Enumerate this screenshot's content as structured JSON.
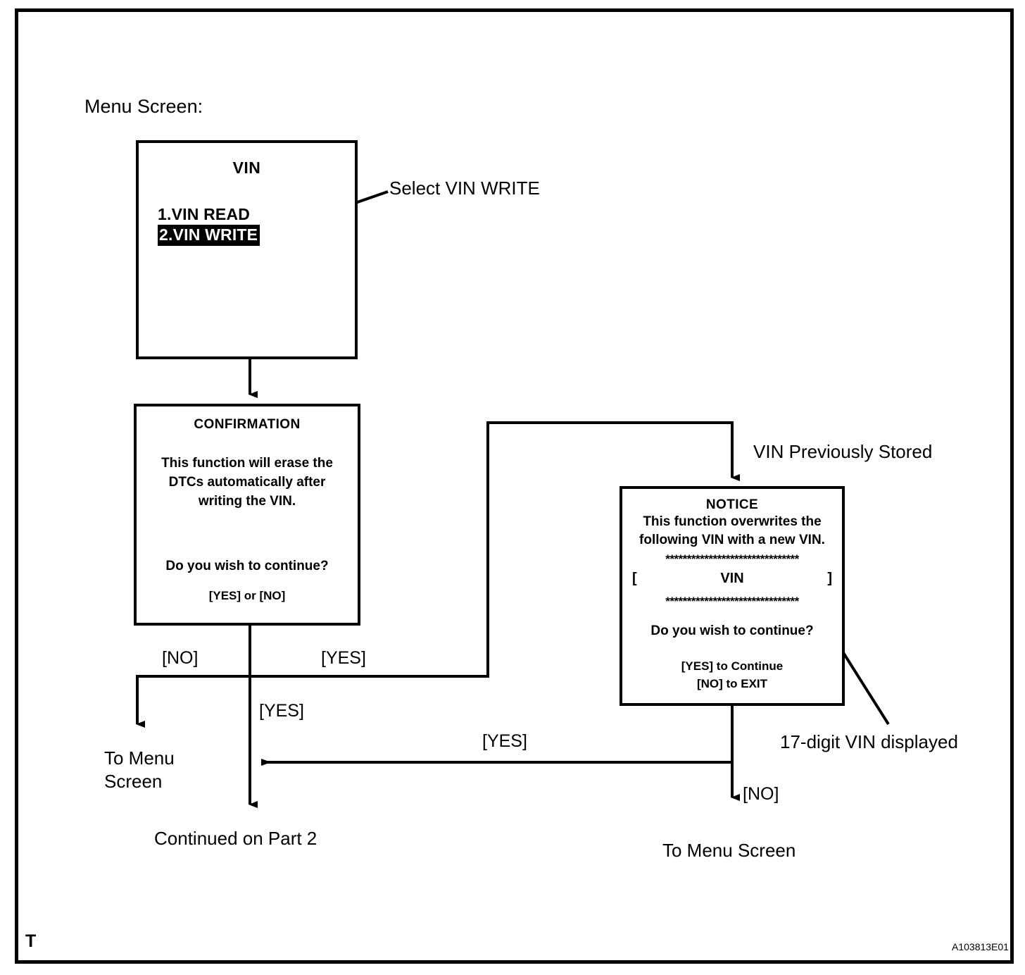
{
  "document": {
    "corner_mark": "T",
    "figure_id": "A103813E01"
  },
  "labels": {
    "menu_screen": "Menu Screen:",
    "select_vin_write": "Select VIN WRITE",
    "vin_previously_stored": "VIN Previously Stored",
    "seventeen_digit_vin": "17-digit VIN displayed",
    "to_menu_screen_left": "To Menu\nScreen",
    "to_menu_screen_left_line1": "To Menu",
    "to_menu_screen_left_line2": "Screen",
    "continued_on_part_2": "Continued on Part 2",
    "to_menu_screen_right": "To Menu Screen"
  },
  "edges": {
    "no_1": "[NO]",
    "yes_1": "[YES]",
    "yes_2": "[YES]",
    "yes_3": "[YES]",
    "no_2": "[NO]"
  },
  "vin_screen": {
    "title": "VIN",
    "items": [
      {
        "label": "1.VIN READ",
        "selected": false
      },
      {
        "label": "2.VIN WRITE",
        "selected": true
      }
    ]
  },
  "confirmation_screen": {
    "title": "CONFIRMATION",
    "body_line1": "This function will erase the",
    "body_line2": "DTCs automatically after",
    "body_line3": "writing the VIN.",
    "question": "Do you wish to continue?",
    "choices": "[YES] or [NO]"
  },
  "notice_screen": {
    "title": "NOTICE",
    "line1": "This function overwrites the",
    "line2": "following VIN with a new VIN.",
    "stars_top": "*******************************",
    "stars_bottom": "*******************************",
    "bracket_left": "[",
    "vin_value": "VIN",
    "bracket_right": "]",
    "question": "Do you wish to continue?",
    "option_yes": "[YES] to Continue",
    "option_no": "[NO] to EXIT"
  },
  "colors": {
    "ink": "#000000",
    "paper": "#ffffff",
    "highlight_bg": "#000000",
    "highlight_fg": "#ffffff"
  }
}
